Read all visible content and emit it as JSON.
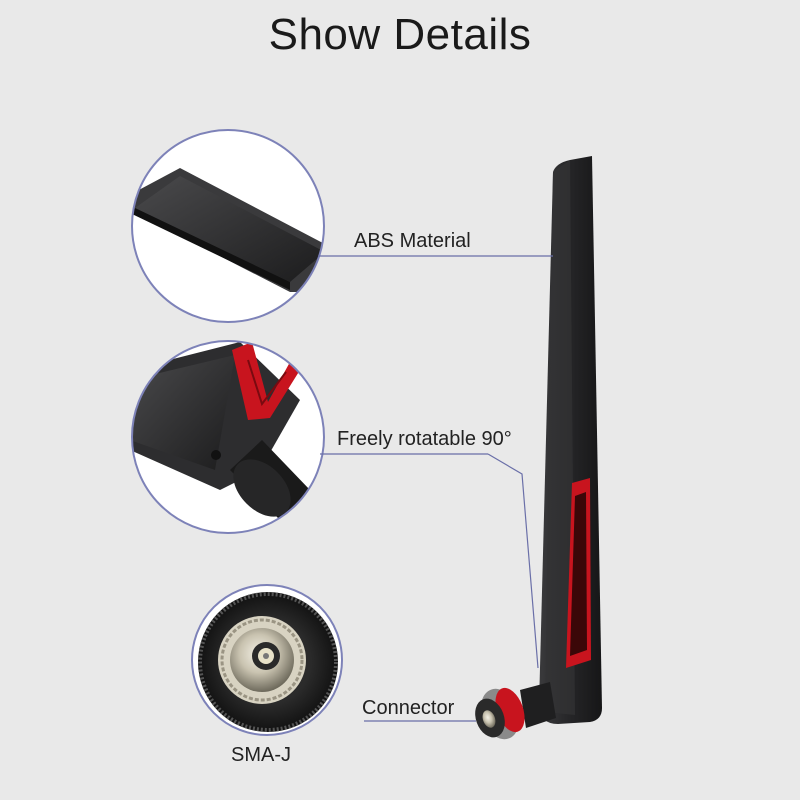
{
  "page": {
    "title": "Show Details"
  },
  "callouts": {
    "material_label": "ABS Material",
    "rotation_label": "Freely rotatable 90°",
    "connector_label": "Connector",
    "sma_label": "SMA-J"
  },
  "colors": {
    "background": "#e9e9e9",
    "antenna_body": "#252526",
    "accent_red": "#c8141e",
    "guide_line": "#6a6fa8",
    "circle_border": "#7d82b8"
  }
}
